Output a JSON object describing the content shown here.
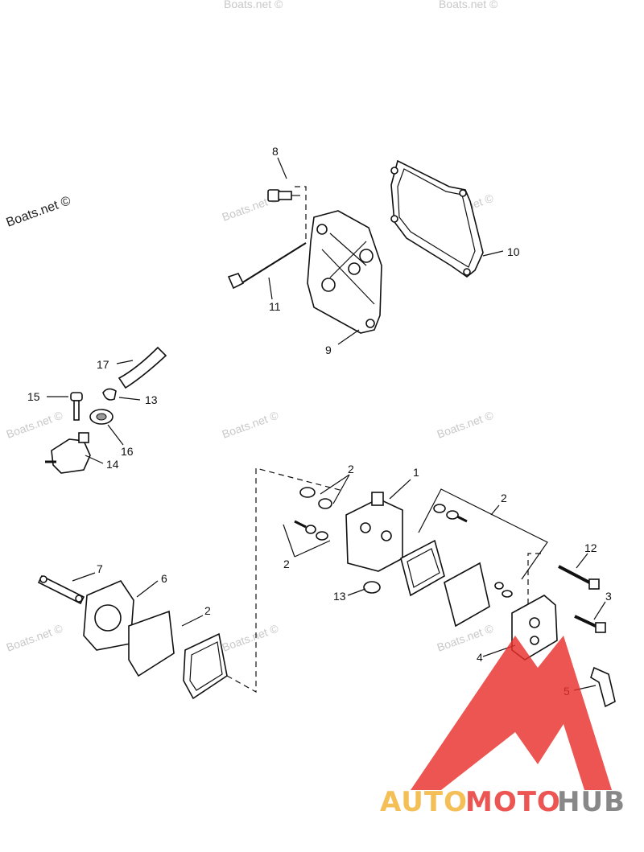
{
  "watermarks": {
    "site": "Boats.net ©"
  },
  "callouts": {
    "c1": "1",
    "c2": "2",
    "c3": "3",
    "c4": "4",
    "c5": "5",
    "c6": "6",
    "c7": "7",
    "c8": "8",
    "c9": "9",
    "c10": "10",
    "c11": "11",
    "c12": "12",
    "c13": "13",
    "c14": "14",
    "c15": "15",
    "c16": "16",
    "c17": "17"
  },
  "logo": {
    "word_part1": "AUTO",
    "word_part2": "MOTO",
    "word_part3": "HUB",
    "colors": {
      "triangle": "#e8302c",
      "auto": "#f2b233",
      "moto": "#e8302c",
      "hub": "#6f6f6f"
    }
  }
}
